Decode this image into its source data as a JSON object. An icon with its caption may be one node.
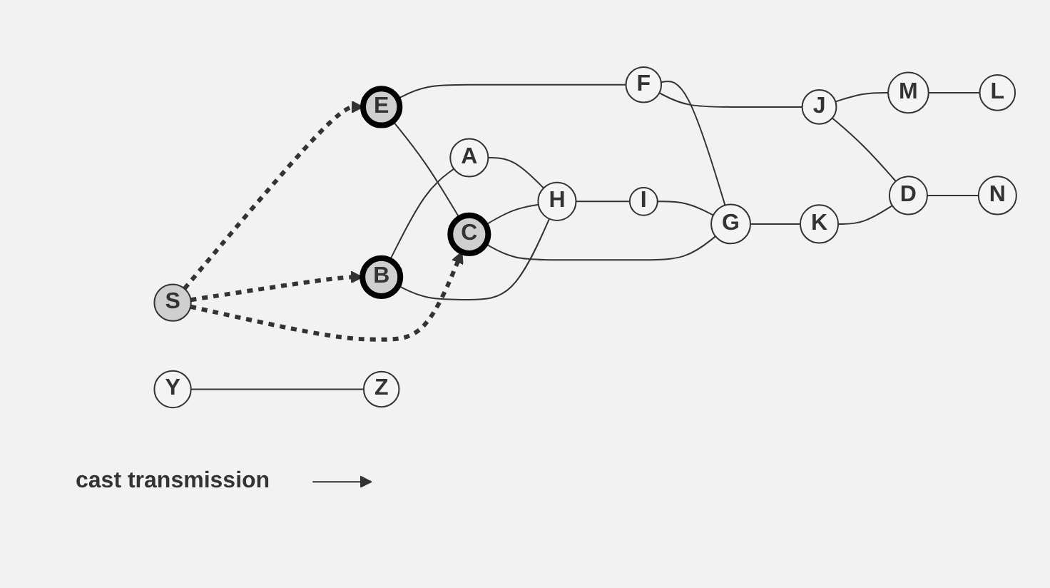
{
  "diagram": {
    "nodes": [
      {
        "text": [
          "cast transmission"
        ]
      },
      {
        "text": [
          "S"
        ]
      },
      {
        "text": [
          "E"
        ]
      },
      {
        "text": [
          "B"
        ]
      },
      {
        "text": [
          "C"
        ]
      },
      {
        "text": [
          "F"
        ]
      },
      {
        "text": [
          "A"
        ]
      },
      {
        "text": [
          "H"
        ]
      },
      {
        "text": [
          "G"
        ]
      },
      {
        "text": [
          "J"
        ]
      },
      {
        "text": [
          "M"
        ]
      },
      {
        "text": [
          "L"
        ]
      },
      {
        "text": [
          "I"
        ]
      },
      {
        "text": [
          "K"
        ]
      },
      {
        "text": [
          "D"
        ]
      },
      {
        "text": [
          "N"
        ]
      },
      {
        "text": [
          "Y"
        ]
      },
      {
        "text": [
          "Z"
        ]
      }
    ],
    "edges": [
      {
        "from": 0,
        "to": null,
        "arrow": "to"
      },
      {
        "from": 1,
        "to": 2,
        "arrow": "to",
        "style": "dashed"
      },
      {
        "from": 1,
        "to": 3,
        "arrow": "to",
        "style": "dashed"
      },
      {
        "from": 1,
        "to": 4,
        "arrow": "to",
        "style": "dashed"
      },
      {
        "from": 2,
        "to": 5,
        "arrow": "none"
      },
      {
        "from": 2,
        "to": 4,
        "arrow": "none"
      },
      {
        "from": 3,
        "to": 6,
        "arrow": "none"
      },
      {
        "from": 3,
        "to": 7,
        "arrow": "none"
      },
      {
        "from": 6,
        "to": 7,
        "arrow": "none"
      },
      {
        "from": 4,
        "to": 7,
        "arrow": "none"
      },
      {
        "from": 4,
        "to": 8,
        "arrow": "none"
      },
      {
        "from": 5,
        "to": 8,
        "arrow": "none"
      },
      {
        "from": 5,
        "to": 9,
        "arrow": "none"
      },
      {
        "from": 9,
        "to": 10,
        "arrow": "none"
      },
      {
        "from": 10,
        "to": 11,
        "arrow": "none"
      },
      {
        "from": 9,
        "to": 14,
        "arrow": "none"
      },
      {
        "from": 7,
        "to": 12,
        "arrow": "none"
      },
      {
        "from": 12,
        "to": 8,
        "arrow": "none"
      },
      {
        "from": 8,
        "to": 13,
        "arrow": "none"
      },
      {
        "from": 13,
        "to": 14,
        "arrow": "none"
      },
      {
        "from": 14,
        "to": 15,
        "arrow": "none"
      },
      {
        "from": 16,
        "to": 17,
        "arrow": "none"
      }
    ]
  }
}
